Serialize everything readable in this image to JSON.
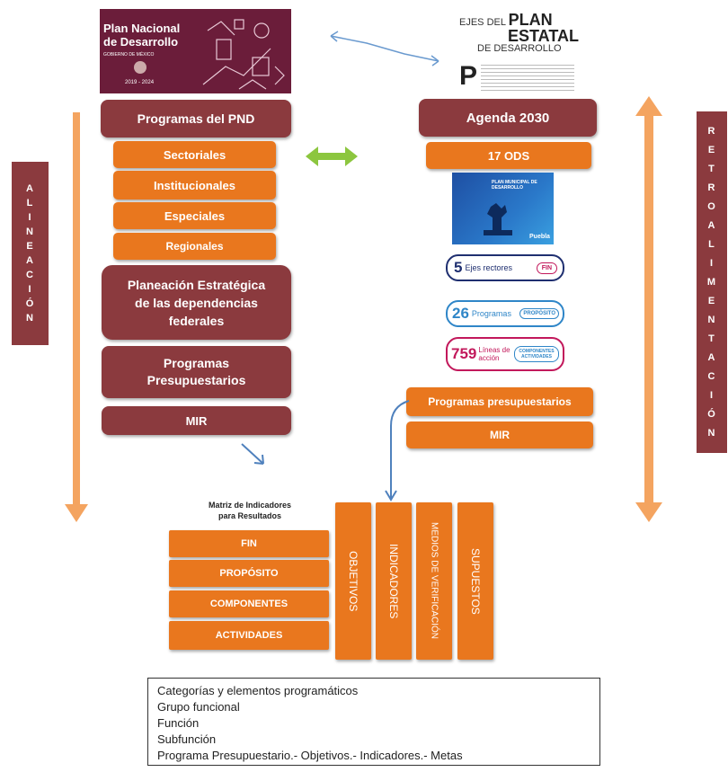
{
  "pnd_cover": {
    "line1": "Plan Nacional",
    "line2": "de Desarrollo",
    "line3": "GOBIERNO DE MÉXICO",
    "years": "2019 - 2024"
  },
  "ped": {
    "line1": "EJES DEL",
    "line1b": "PLAN",
    "line2": "ESTATAL",
    "line3": "DE DESARROLLO",
    "letter": "P"
  },
  "left": {
    "programas_pnd": "Programas del PND",
    "sectoriales": "Sectoriales",
    "institucionales": "Institucionales",
    "especiales": "Especiales",
    "regionales": "Regionales",
    "planeacion": "Planeación Estratégica de las dependencias federales",
    "programas_presup": "Programas Presupuestarios",
    "mir": "MIR"
  },
  "right": {
    "agenda": "Agenda 2030",
    "ods": "17 ODS",
    "pmd_title": "PLAN MUNICIPAL DE DESARROLLO",
    "pmd_city": "Puebla",
    "programas_presup": "Programas presupuestarios",
    "mir": "MIR"
  },
  "badges": [
    {
      "num": "5",
      "text": "Ejes rectores",
      "tag": "FIN"
    },
    {
      "num": "26",
      "text": "Programas",
      "tag": "PROPÓSITO"
    },
    {
      "num": "759",
      "text": "Líneas de acción",
      "tag": "COMPONENTES ACTIVIDADES"
    }
  ],
  "alineacion": [
    "A",
    "L",
    "I",
    "N",
    "E",
    "A",
    "C",
    "I",
    "Ó",
    "N"
  ],
  "retro": [
    "R",
    "E",
    "T",
    "R",
    "O",
    "A",
    "L",
    "I",
    "M",
    "E",
    "N",
    "T",
    "A",
    "C",
    "I",
    "Ó",
    "N"
  ],
  "matrix": {
    "title1": "Matriz de Indicadores",
    "title2": "para Resultados",
    "rows": [
      "FIN",
      "PROPÓSITO",
      "COMPONENTES",
      "ACTIVIDADES"
    ],
    "cols": [
      "OBJETIVOS",
      "INDICADORES",
      "MEDIOS DE VERIFICACIÓN",
      "SUPUESTOS"
    ]
  },
  "categories": [
    "Categorías y elementos programáticos",
    "Grupo funcional",
    "Función",
    "Subfunción",
    "Programa Presupuestario.- Objetivos.- Indicadores.- Metas"
  ],
  "colors": {
    "maroon": "#8b3a3e",
    "orange": "#e9771e",
    "arrow": "#f4a460",
    "green": "#8cc63f",
    "blue": "#4f81bd"
  }
}
